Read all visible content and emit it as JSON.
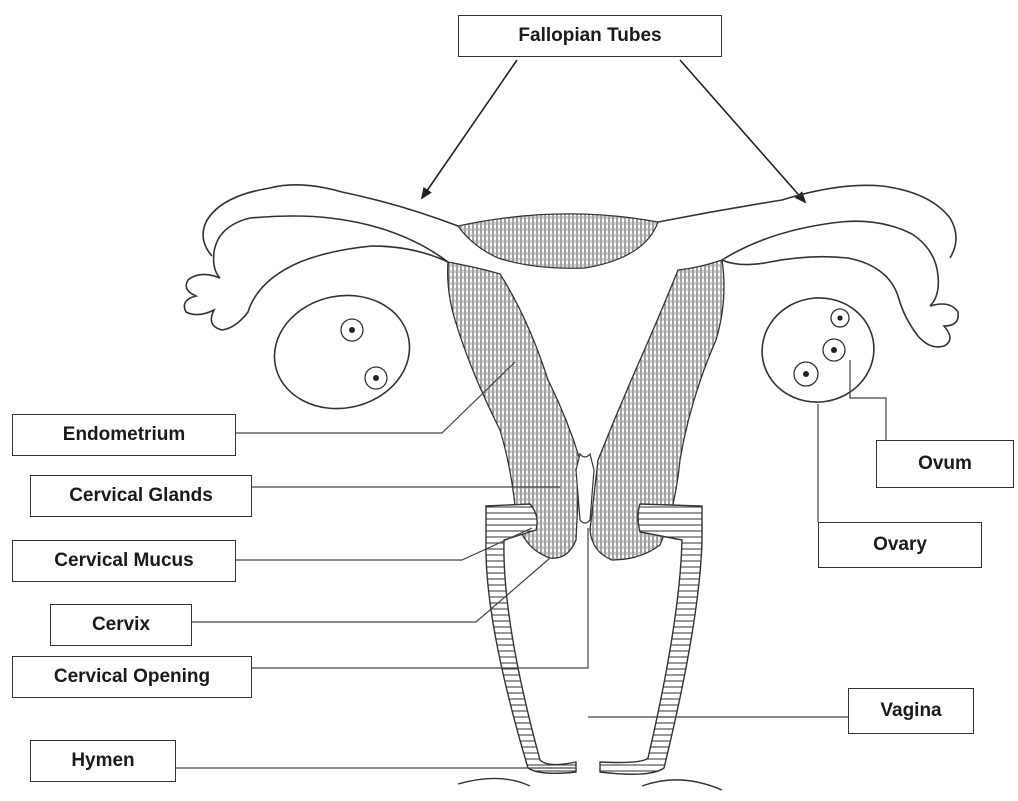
{
  "diagram": {
    "labels": {
      "fallopian_tubes": "Fallopian Tubes",
      "endometrium": "Endometrium",
      "cervical_glands": "Cervical Glands",
      "cervical_mucus": "Cervical Mucus",
      "cervix": "Cervix",
      "cervical_opening": "Cervical Opening",
      "hymen": "Hymen",
      "ovum": "Ovum",
      "ovary": "Ovary",
      "vagina": "Vagina"
    },
    "colors": {
      "line": "#333333",
      "hatch": "#555555",
      "background": "#ffffff"
    }
  }
}
